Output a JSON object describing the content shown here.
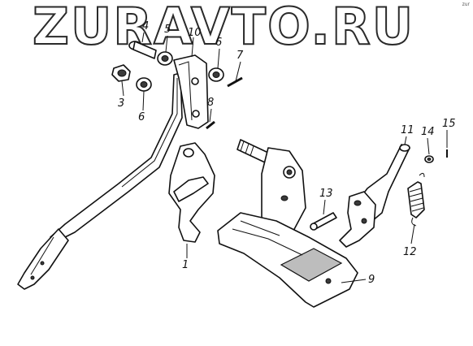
{
  "watermark": {
    "text": "ZURAVTO.RU",
    "corner": "zur"
  },
  "callouts": [
    {
      "id": "1",
      "label": "1"
    },
    {
      "id": "3",
      "label": "3"
    },
    {
      "id": "4",
      "label": "4"
    },
    {
      "id": "5",
      "label": "5"
    },
    {
      "id": "6a",
      "label": "6"
    },
    {
      "id": "6b",
      "label": "6"
    },
    {
      "id": "7",
      "label": "7"
    },
    {
      "id": "8",
      "label": "8"
    },
    {
      "id": "9",
      "label": "9"
    },
    {
      "id": "10",
      "label": "10"
    },
    {
      "id": "11",
      "label": "11"
    },
    {
      "id": "12",
      "label": "12"
    },
    {
      "id": "13",
      "label": "13"
    },
    {
      "id": "14",
      "label": "14"
    },
    {
      "id": "15",
      "label": "15"
    }
  ]
}
